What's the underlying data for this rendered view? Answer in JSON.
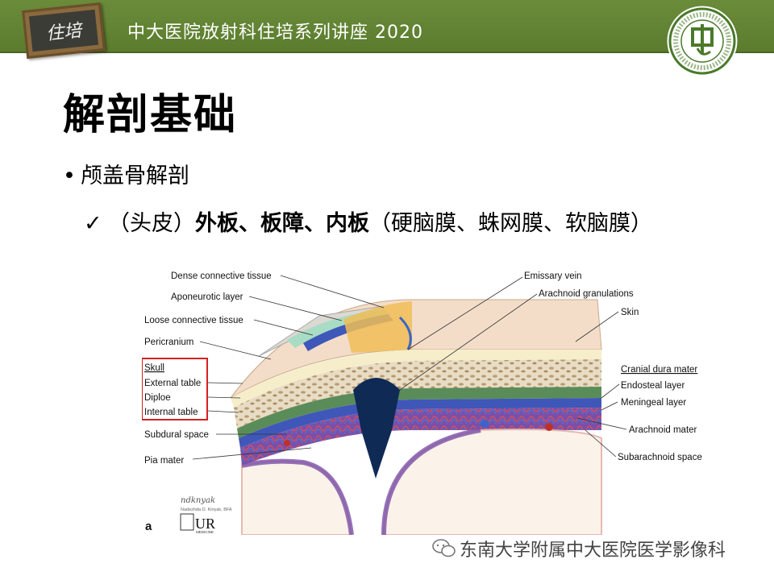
{
  "header": {
    "badge_text": "住培",
    "title": "中大医院放射科住培系列讲座 2020"
  },
  "slide": {
    "title": "解剖基础",
    "bullet": "颅盖骨解剖",
    "check_prefix": "（头皮）",
    "check_bold": "外板、板障、内板",
    "check_suffix": "（硬脑膜、蛛网膜、软脑膜）"
  },
  "diagram": {
    "left_labels": [
      "Dense connective tissue",
      "Aponeurotic layer",
      "Loose connective tissue",
      "Pericranium",
      "Skull",
      "External table",
      "Diploe",
      "Internal table",
      "Subdural space",
      "Pia mater"
    ],
    "right_labels": [
      "Emissary vein",
      "Arachnoid granulations",
      "Skin",
      "Cranial dura mater",
      "Endosteal layer",
      "Meningeal layer",
      "Arachnoid mater",
      "Subarachnoid space"
    ],
    "panel_letter": "a",
    "signature": "ndknyak",
    "credit_line": "Nadezhda D. Kiriyak, BFA",
    "credit_logo": "UR",
    "credit_logo_sub": "MEDICINE",
    "highlight_color": "#d62020"
  },
  "watermark": {
    "text": "东南大学附属中大医院医学影像科"
  },
  "colors": {
    "header_green": "#5b7c2e",
    "skin": "#f3ddc9",
    "aponeurotic": "#f0bd57",
    "dura_blue": "#3f57b8",
    "brain_purple": "#7b4fa8"
  }
}
